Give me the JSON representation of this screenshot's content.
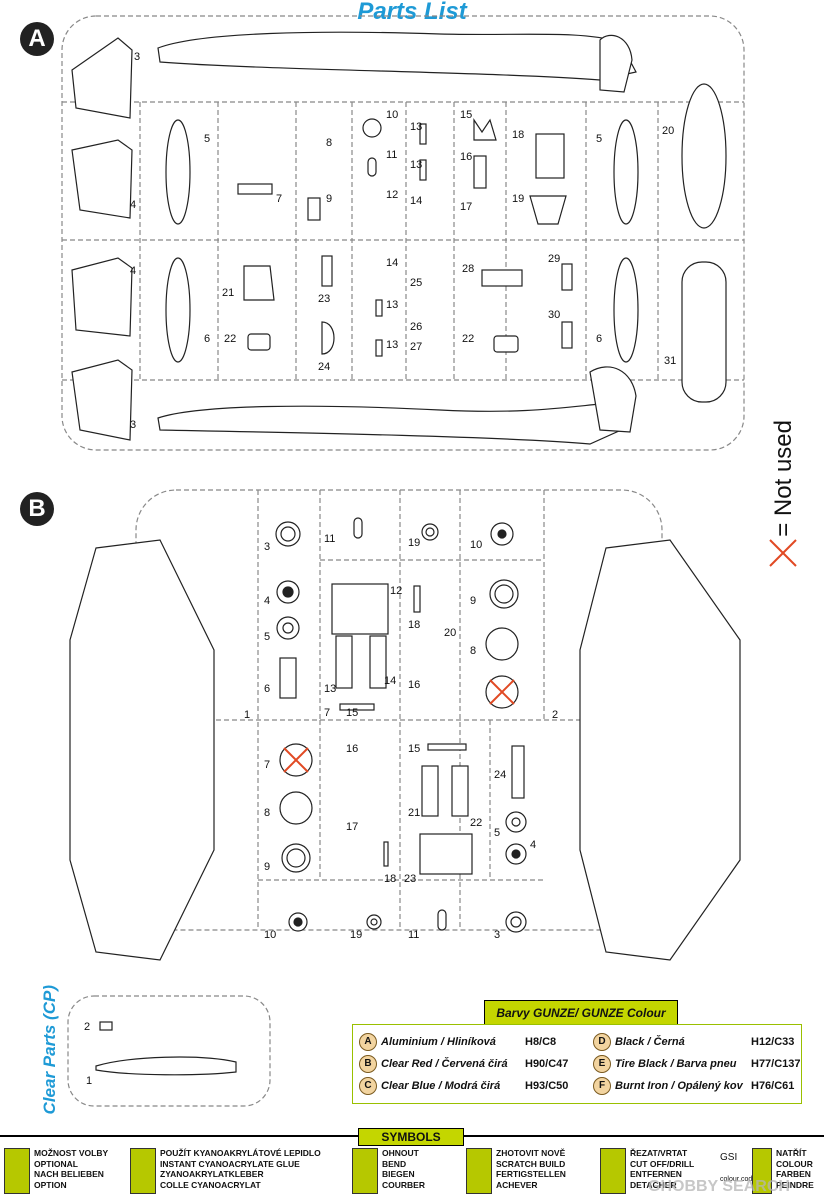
{
  "title": "Parts List",
  "sprue_a": {
    "badge": "A",
    "numbers": [
      "3",
      "4",
      "4",
      "3",
      "5",
      "6",
      "7",
      "8",
      "9",
      "10",
      "11",
      "12",
      "13",
      "13",
      "14",
      "15",
      "16",
      "17",
      "18",
      "19",
      "5",
      "20",
      "21",
      "22",
      "23",
      "24",
      "14",
      "13",
      "13",
      "25",
      "26",
      "27",
      "28",
      "22",
      "29",
      "30",
      "6",
      "31"
    ]
  },
  "sprue_b": {
    "badge": "B",
    "numbers": [
      "3",
      "11",
      "19",
      "10",
      "4",
      "5",
      "6",
      "12",
      "18",
      "20",
      "9",
      "8",
      "13",
      "14",
      "16",
      "7",
      "15",
      "1",
      "2",
      "7",
      "8",
      "9",
      "16",
      "17",
      "18",
      "15",
      "21",
      "22",
      "23",
      "24",
      "5",
      "4",
      "10",
      "19",
      "11",
      "3"
    ]
  },
  "not_used_label": "= Not used",
  "clear_parts": {
    "label": "Clear Parts (CP)",
    "numbers": [
      "2",
      "1"
    ]
  },
  "colour_table": {
    "heading": "Barvy GUNZE/ GUNZE Colour No.",
    "left": [
      {
        "letter": "A",
        "name": "Aluminium / Hliníková",
        "code": "H8/C8"
      },
      {
        "letter": "B",
        "name": "Clear Red / Červená čirá",
        "code": "H90/C47"
      },
      {
        "letter": "C",
        "name": "Clear Blue / Modrá čirá",
        "code": "H93/C50"
      }
    ],
    "right": [
      {
        "letter": "D",
        "name": "Black / Černá",
        "code": "H12/C33"
      },
      {
        "letter": "E",
        "name": "Tire Black / Barva pneu",
        "code": "H77/C137"
      },
      {
        "letter": "F",
        "name": "Burnt Iron / Opálený kov",
        "code": "H76/C61"
      }
    ]
  },
  "symbols": {
    "heading": "SYMBOLS",
    "items": [
      {
        "icon": "question-icon",
        "text": "MOŽNOST VOLBY\nOPTIONAL\nNACH BELIEBEN\nOPTION"
      },
      {
        "icon": "glue-drop-icon",
        "text": "POUŽÍT KYANOAKRYLÁTOVÉ LEPIDLO\nINSTANT CYANOACRYLATE GLUE\nZYANOAKRYLATKLEBER\nCOLLE CYANOACRYLAT"
      },
      {
        "icon": "bend-icon",
        "text": "OHNOUT\nBEND\nBIEGEN\nCOURBER"
      },
      {
        "icon": "hand-icon",
        "text": "ZHOTOVIT NOVĚ\nSCRATCH BUILD\nFERTIGSTELLEN\nACHEVER"
      },
      {
        "icon": "cut-icon",
        "text": "ŘEZAT/VRTAT\nCUT OFF/DRILL\nENTFERNEN\nDETACHER"
      },
      {
        "icon": "colour-icon",
        "text": "NATŘÍT\nCOLOUR\nFARBEN\nPEINDRE"
      }
    ],
    "gsi_label": "GSI",
    "gsi_sub": "colour code"
  },
  "watermark": "GHOBBY SEARCH"
}
